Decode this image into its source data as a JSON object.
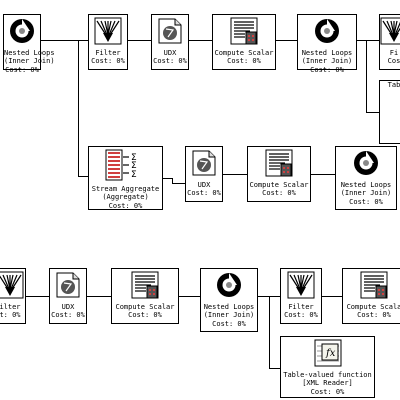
{
  "plan_nodes": {
    "n1": {
      "op": "Nested Loops",
      "sub": "(Inner Join)",
      "cost": "Cost: 0%",
      "icon": "nested-loops-icon"
    },
    "n2": {
      "op": "Filter",
      "sub": "",
      "cost": "Cost: 0%",
      "icon": "filter-icon"
    },
    "n3": {
      "op": "UDX",
      "sub": "",
      "cost": "Cost: 0%",
      "icon": "udx-icon"
    },
    "n4": {
      "op": "Compute Scalar",
      "sub": "",
      "cost": "Cost: 0%",
      "icon": "compute-scalar-icon"
    },
    "n5": {
      "op": "Nested Loops",
      "sub": "(Inner Join)",
      "cost": "Cost: 0%",
      "icon": "nested-loops-icon"
    },
    "n6": {
      "op": "Fi",
      "sub": "",
      "cost": "Cos",
      "icon": "filter-icon"
    },
    "n7": {
      "op": "Tab",
      "sub": "",
      "cost": "",
      "icon": ""
    },
    "n8": {
      "op": "Stream Aggregate",
      "sub": "(Aggregate)",
      "cost": "Cost: 0%",
      "icon": "stream-aggregate-icon"
    },
    "n9": {
      "op": "UDX",
      "sub": "",
      "cost": "Cost: 0%",
      "icon": "udx-icon"
    },
    "n10": {
      "op": "Compute Scalar",
      "sub": "",
      "cost": "Cost: 0%",
      "icon": "compute-scalar-icon"
    },
    "n11": {
      "op": "Nested Loops",
      "sub": "(Inner Join)",
      "cost": "Cost: 0%",
      "icon": "nested-loops-icon"
    },
    "n12": {
      "op": "ilter",
      "sub": "",
      "cost": "t: 0%",
      "icon": "filter-icon"
    },
    "n13": {
      "op": "UDX",
      "sub": "",
      "cost": "Cost: 0%",
      "icon": "udx-icon"
    },
    "n14": {
      "op": "Compute Scalar",
      "sub": "",
      "cost": "Cost: 0%",
      "icon": "compute-scalar-icon"
    },
    "n15": {
      "op": "Nested Loops",
      "sub": "(Inner Join)",
      "cost": "Cost: 0%",
      "icon": "nested-loops-icon"
    },
    "n16": {
      "op": "Filter",
      "sub": "",
      "cost": "Cost: 0%",
      "icon": "filter-icon"
    },
    "n17": {
      "op": "Compute Scala",
      "sub": "",
      "cost": "Cost: 0%",
      "icon": "compute-scalar-icon"
    },
    "n18": {
      "op": "Table-valued function",
      "sub": "[XML Reader]",
      "cost": "Cost: 0%",
      "icon": "table-valued-function-icon"
    }
  },
  "colors": {
    "ink": "#000000",
    "background": "#ffffff",
    "aggregate_red": "#d04040",
    "function_bg": "#f4f4ec"
  }
}
